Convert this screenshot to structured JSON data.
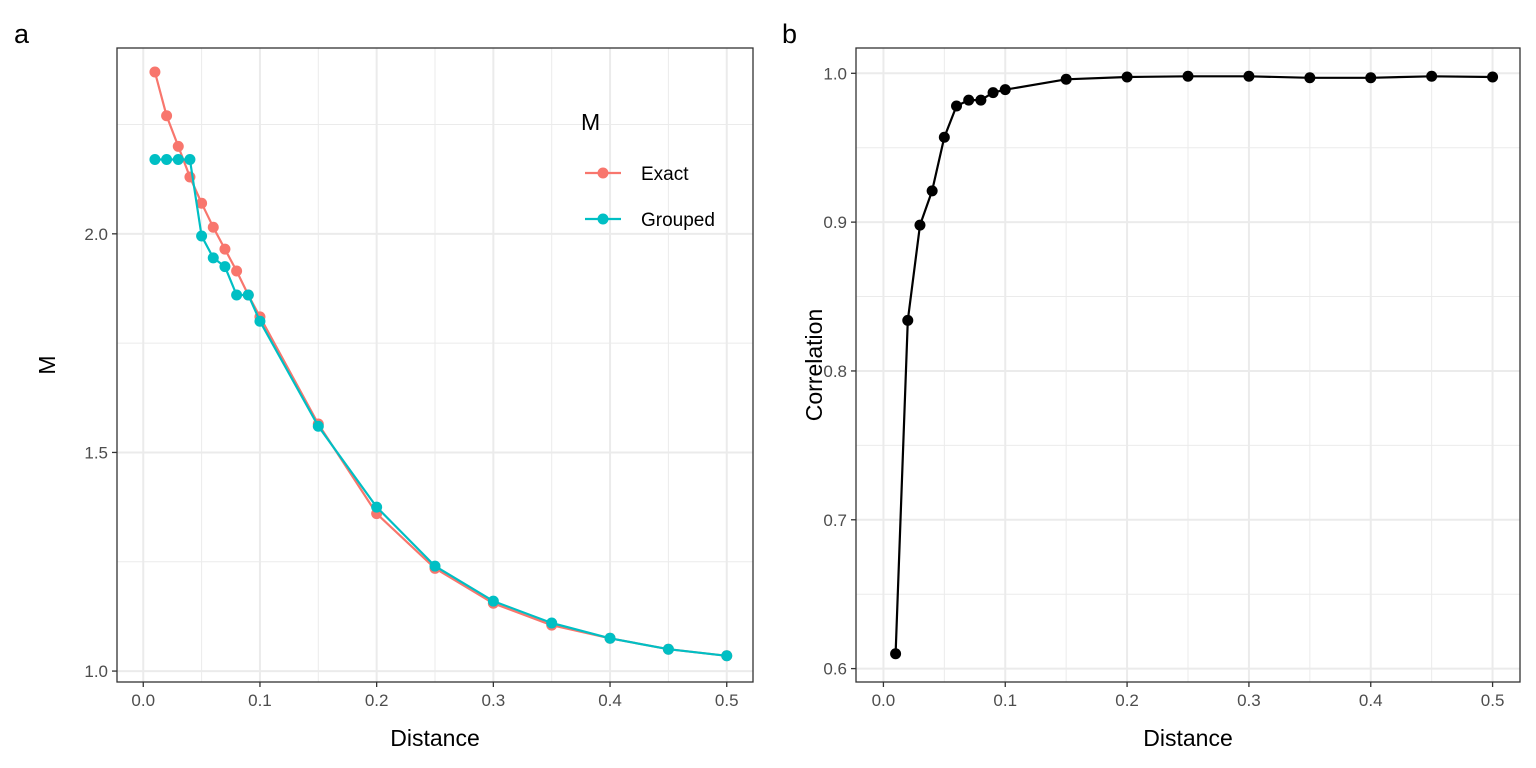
{
  "chart_data": [
    {
      "panel": "a",
      "type": "line",
      "xlabel": "Distance",
      "ylabel": "M",
      "xlim": [
        -0.0225,
        0.5225
      ],
      "ylim": [
        0.975,
        2.425
      ],
      "x_ticks": [
        0.0,
        0.1,
        0.2,
        0.3,
        0.4,
        0.5
      ],
      "x_tick_labels": [
        "0.0",
        "0.1",
        "0.2",
        "0.3",
        "0.4",
        "0.5"
      ],
      "y_ticks": [
        1.0,
        1.5,
        2.0
      ],
      "y_tick_labels": [
        "1.0",
        "1.5",
        "2.0"
      ],
      "grid": true,
      "legend": {
        "title": "M",
        "position": "top-right"
      },
      "x": [
        0.01,
        0.02,
        0.03,
        0.04,
        0.05,
        0.06,
        0.07,
        0.08,
        0.09,
        0.1,
        0.15,
        0.2,
        0.25,
        0.3,
        0.35,
        0.4,
        0.45,
        0.5
      ],
      "series": [
        {
          "name": "Exact",
          "color": "#F8766D",
          "values": [
            2.37,
            2.27,
            2.2,
            2.13,
            2.07,
            2.015,
            1.965,
            1.915,
            1.86,
            1.81,
            1.565,
            1.36,
            1.235,
            1.155,
            1.105,
            1.075,
            1.05,
            1.035
          ]
        },
        {
          "name": "Grouped",
          "color": "#00BFC4",
          "values": [
            2.17,
            2.17,
            2.17,
            2.17,
            1.995,
            1.945,
            1.925,
            1.86,
            1.86,
            1.8,
            1.56,
            1.375,
            1.24,
            1.16,
            1.11,
            1.075,
            1.05,
            1.035
          ]
        }
      ]
    },
    {
      "panel": "b",
      "type": "line",
      "xlabel": "Distance",
      "ylabel": "Correlation",
      "xlim": [
        -0.0225,
        0.5225
      ],
      "ylim": [
        0.591,
        1.017
      ],
      "x_ticks": [
        0.0,
        0.1,
        0.2,
        0.3,
        0.4,
        0.5
      ],
      "x_tick_labels": [
        "0.0",
        "0.1",
        "0.2",
        "0.3",
        "0.4",
        "0.5"
      ],
      "y_ticks": [
        0.6,
        0.7,
        0.8,
        0.9,
        1.0
      ],
      "y_tick_labels": [
        "0.6",
        "0.7",
        "0.8",
        "0.9",
        "1.0"
      ],
      "grid": true,
      "x": [
        0.01,
        0.02,
        0.03,
        0.04,
        0.05,
        0.06,
        0.07,
        0.08,
        0.09,
        0.1,
        0.15,
        0.2,
        0.25,
        0.3,
        0.35,
        0.4,
        0.45,
        0.5
      ],
      "series": [
        {
          "color": "#000000",
          "values": [
            0.61,
            0.834,
            0.898,
            0.921,
            0.957,
            0.978,
            0.982,
            0.982,
            0.987,
            0.989,
            0.996,
            0.9975,
            0.998,
            0.998,
            0.997,
            0.997,
            0.998,
            0.9975
          ]
        }
      ]
    }
  ]
}
